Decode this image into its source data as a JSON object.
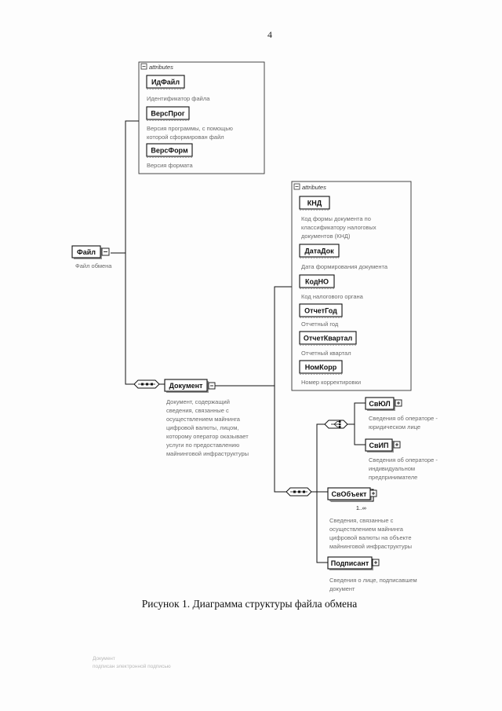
{
  "page_number": "4",
  "caption": "Рисунок 1. Диаграмма структуры файла обмена",
  "attributes_label": "attributes",
  "root": {
    "name": "Файл",
    "desc": "Файл обмена"
  },
  "file_attributes": [
    {
      "name": "ИдФайл",
      "desc": [
        "Идентификатор файла"
      ]
    },
    {
      "name": "ВерсПрог",
      "desc": [
        "Версия программы, с помощью",
        "которой сформирован файл"
      ]
    },
    {
      "name": "ВерсФорм",
      "desc": [
        "Версия формата"
      ]
    }
  ],
  "document": {
    "name": "Документ",
    "desc": [
      "Документ, содержащий",
      "сведения, связанные с",
      "осуществлением майнинга",
      "цифровой валюты, лицом,",
      "которому оператор оказывает",
      "услуги по предоставлению",
      "майнинговой инфраструктуры"
    ]
  },
  "document_attributes": [
    {
      "name": "КНД",
      "desc": [
        "Код формы документа по",
        "классификатору налоговых",
        "документов (КНД)"
      ]
    },
    {
      "name": "ДатаДок",
      "desc": [
        "Дата формирования документа"
      ]
    },
    {
      "name": "КодНО",
      "desc": [
        "Код налогового органа"
      ]
    },
    {
      "name": "ОтчетГод",
      "desc": [
        "Отчетный год"
      ]
    },
    {
      "name": "ОтчетКвартал",
      "desc": [
        "Отчетный квартал"
      ]
    },
    {
      "name": "НомКорр",
      "desc": [
        "Номер корректировки"
      ]
    }
  ],
  "choice_children": [
    {
      "name": "СвЮЛ",
      "desc": [
        "Сведения об операторе -",
        "юридическом лице"
      ]
    },
    {
      "name": "СвИП",
      "desc": [
        "Сведения об операторе -",
        "индивидуальном",
        "предпринимателе"
      ]
    }
  ],
  "sequence_children": [
    {
      "name": "СвОбъект",
      "multiplicity": "1..∞",
      "desc": [
        "Сведения, связанные с",
        "осуществлением майнинга",
        "цифровой валюты на объекте",
        "майнинговой инфраструктуры"
      ]
    },
    {
      "name": "Подписант",
      "desc": [
        "Сведения о лице, подписавшем",
        "документ"
      ]
    }
  ],
  "footer_stamp": [
    "Документ",
    "подписан электронной подписью"
  ]
}
